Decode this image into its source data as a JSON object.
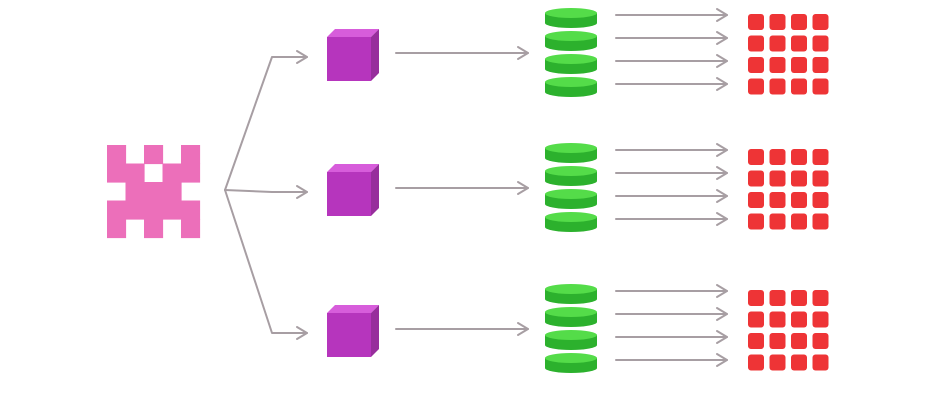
{
  "diagram": {
    "colors": {
      "background": "#ffffff",
      "source": "#ec6fba",
      "cube_front": "#b635bd",
      "cube_top": "#d75ddb",
      "cube_side": "#972e9c",
      "disk_body": "#2cb12d",
      "disk_top": "#54dc49",
      "tile": "#ee3436",
      "arrow": "#a79ea3"
    },
    "source": {
      "icon": "pink-pixel-castle-icon"
    },
    "branches": [
      {
        "cube_icon": "purple-cube-icon",
        "stack_icon": "green-disk-stack-icon",
        "disk_count": 4,
        "grid_icon": "red-tile-grid-icon",
        "grid_rows": 4,
        "grid_cols": 4
      },
      {
        "cube_icon": "purple-cube-icon",
        "stack_icon": "green-disk-stack-icon",
        "disk_count": 4,
        "grid_icon": "red-tile-grid-icon",
        "grid_rows": 4,
        "grid_cols": 4
      },
      {
        "cube_icon": "purple-cube-icon",
        "stack_icon": "green-disk-stack-icon",
        "disk_count": 4,
        "grid_icon": "red-tile-grid-icon",
        "grid_rows": 4,
        "grid_cols": 4
      }
    ]
  }
}
